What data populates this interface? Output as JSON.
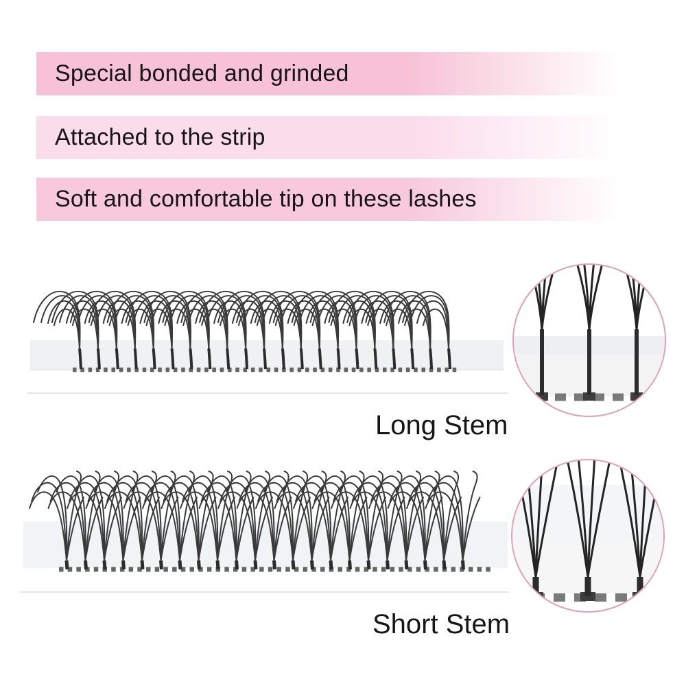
{
  "banners": [
    {
      "label": "Special bonded and grinded",
      "color": "#f7c2d5"
    },
    {
      "label": "Attached to the strip",
      "color": "#fbdcea"
    },
    {
      "label": "Soft and comfortable tip on these lashes",
      "color": "#f7c9db"
    }
  ],
  "sections": [
    {
      "label": "Long Stem",
      "fan_count": 21,
      "inset_fan_count": 3
    },
    {
      "label": "Short Stem",
      "fan_count": 22,
      "inset_fan_count": 3
    }
  ],
  "colors": {
    "ring": "#e2a0b5",
    "lash": "#3a3a3a",
    "stem": "#2c2c2c",
    "dash": "#4b4b4b",
    "band": "#f0f1f2",
    "text": "#161616"
  }
}
